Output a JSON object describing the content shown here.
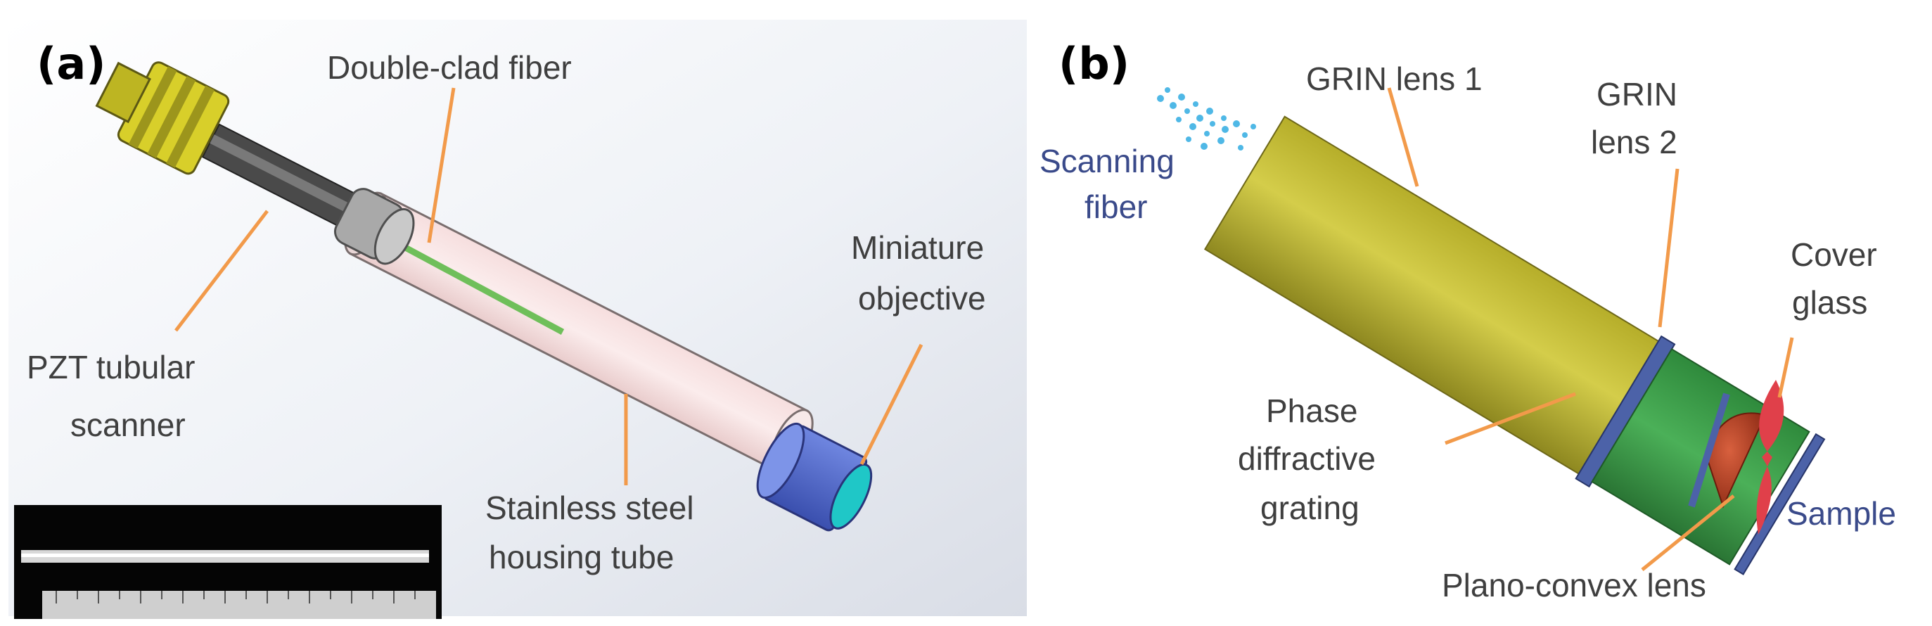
{
  "panel_a": {
    "tag": "(a)",
    "labels": {
      "double_clad_fiber": "Double-clad fiber",
      "miniature_objective_1": "Miniature",
      "miniature_objective_2": "objective",
      "pzt_1": "PZT tubular",
      "pzt_2": "scanner",
      "housing_1": "Stainless steel",
      "housing_2": "housing tube"
    }
  },
  "panel_b": {
    "tag": "(b)",
    "labels": {
      "grin1": "GRIN lens 1",
      "grin2_1": "GRIN",
      "grin2_2": "lens 2",
      "scanning_1": "Scanning",
      "scanning_2": "fiber",
      "cover_1": "Cover",
      "cover_2": "glass",
      "phase_1": "Phase",
      "phase_2": "diffractive",
      "phase_3": "grating",
      "sample": "Sample",
      "planoconvex": "Plano-convex lens"
    }
  },
  "colors": {
    "leader": "#f29a4a",
    "grin1": "#c9c23a",
    "grin2": "#3f9a4a",
    "grating": "#4c62a8",
    "lens": "#b23a1e",
    "sample": "#e0404a",
    "label_blue": "#3a4a8a",
    "label_dark": "#3f3f3f"
  }
}
